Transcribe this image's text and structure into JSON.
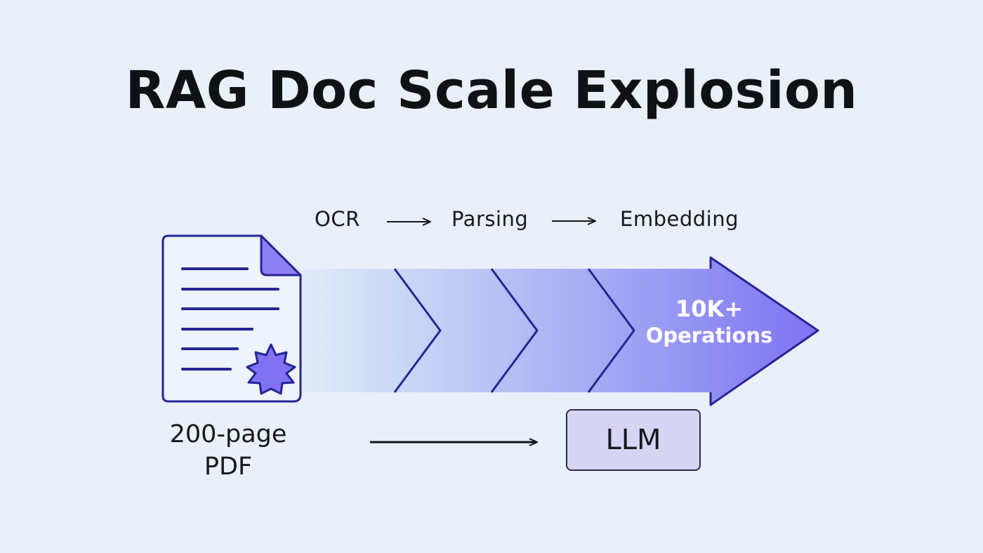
{
  "title": "RAG Doc Scale Explosion",
  "stages": [
    "OCR",
    "Parsing",
    "Embedding"
  ],
  "document": {
    "label_line1": "200-page",
    "label_line2": "PDF"
  },
  "result": {
    "count": "10K+",
    "unit": "Operations"
  },
  "llm": {
    "label": "LLM"
  },
  "colors": {
    "background": "#e9f0fa",
    "arrow_light": "#dbe6f8",
    "arrow_dark": "#7f72f2",
    "outline": "#232594",
    "seal": "#7f72f2",
    "llm_fill": "#d7d4f4"
  }
}
